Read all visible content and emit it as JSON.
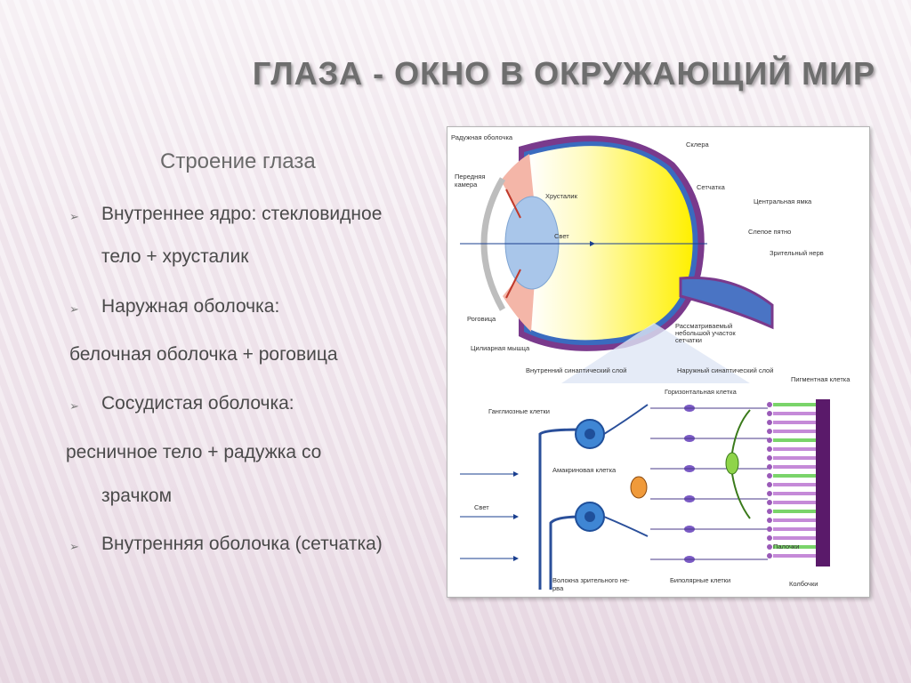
{
  "slide": {
    "title": "ГЛАЗА - ОКНО В ОКРУЖАЮЩИЙ МИР",
    "subtitle": "Строение глаза",
    "items": [
      {
        "bullet": true,
        "lines": [
          "Внутреннее ядро: стекловидное",
          "тело + хрусталик"
        ]
      },
      {
        "bullet": true,
        "lines": [
          "Наружная оболочка:"
        ]
      },
      {
        "bullet": false,
        "lines": [
          " белочная оболочка + роговица"
        ]
      },
      {
        "bullet": true,
        "lines": [
          "Сосудистая оболочка:"
        ]
      },
      {
        "bullet": false,
        "lines": [
          "ресничное тело + радужка со",
          "зрачком"
        ]
      },
      {
        "bullet": true,
        "lines": [
          "Внутренняя оболочка (сетчатка)"
        ]
      }
    ],
    "bullet_glyph": "➢"
  },
  "diagram": {
    "eye_labels": {
      "iris": "Радужная оболочка",
      "anterior_chamber_1": "Передняя",
      "anterior_chamber_2": "камера",
      "lens": "Хрусталик",
      "light": "Свет",
      "cornea": "Роговица",
      "ciliary": "Цилиарная мышца",
      "sclera": "Склера",
      "retina": "Сетчатка",
      "fovea": "Центральная ямка",
      "blind_spot": "Слепое пятно",
      "optic_nerve": "Зрительный нерв",
      "examined_1": "Рассматриваемый",
      "examined_2": "небольшой участок",
      "examined_3": "сетчатки"
    },
    "retina_labels": {
      "inner_synaptic": "Внутренний синаптический слой",
      "outer_synaptic": "Наружный синаптический слой",
      "pigment": "Пигментная клетка",
      "horizontal": "Горизонтальная клетка",
      "ganglion": "Ганглиозные клетки",
      "amacrine": "Амакриновая клетка",
      "light": "Свет",
      "rods": "Палочки",
      "fibers_1": "Волокна зрительного не-",
      "fibers_2": "рва",
      "bipolar": "Биполярные клетки",
      "cones": "Колбочки"
    },
    "colors": {
      "sclera": "#7a3a8c",
      "retina_layer": "#3a6bbf",
      "vitreous": "#fff44a",
      "lens": "#a9c6ea",
      "nerve": "#4a74c4",
      "ganglion": "#3f86d4",
      "amacrine": "#f09a3a",
      "horizontal": "#8fd44a",
      "rod_cone": "#c58ad8"
    }
  }
}
